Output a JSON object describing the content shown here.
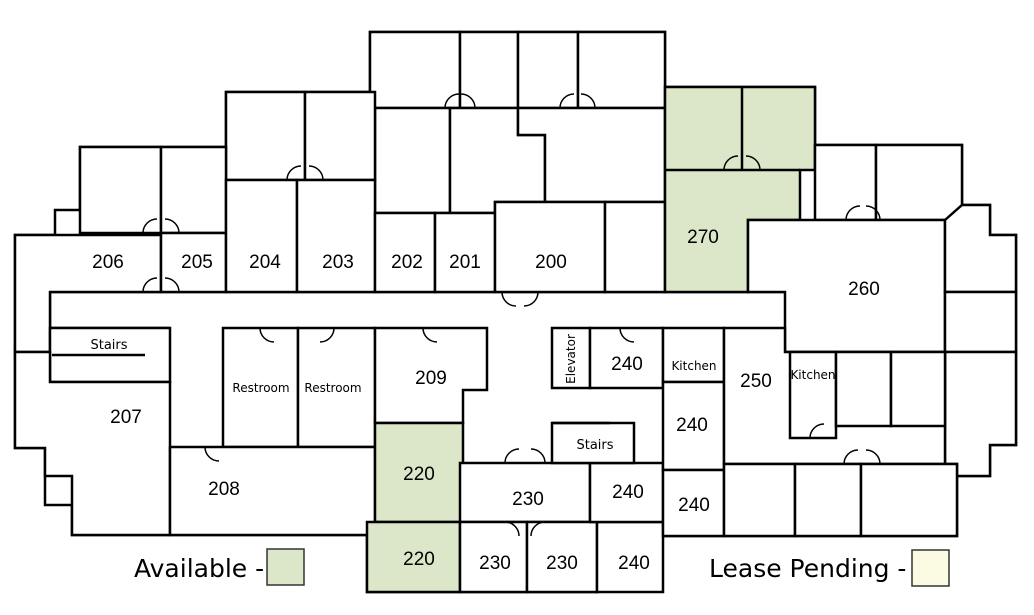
{
  "rooms": {
    "r206": "206",
    "r205": "205",
    "r204": "204",
    "r203": "203",
    "r202": "202",
    "r201": "201",
    "r200": "200",
    "r270": "270",
    "r260": "260",
    "stairs_west": "Stairs",
    "restroom_1": "Restroom",
    "restroom_2": "Restroom",
    "r209": "209",
    "r207": "207",
    "r208": "208",
    "r220_a": "220",
    "r220_b": "220",
    "r230_a": "230",
    "r230_b": "230",
    "r230_c": "230",
    "elevator": "Elevator",
    "r240_a": "240",
    "stairs_east": "Stairs",
    "r240_b": "240",
    "r240_c": "240",
    "r240_d": "240",
    "r240_e": "240",
    "kitchen_1": "Kitchen",
    "kitchen_2": "Kitchen",
    "r250": "250"
  },
  "legend": {
    "available_label": "Available -",
    "available_color": "#dce6c8",
    "pending_label": "Lease Pending -",
    "pending_color": "#fbfae3"
  }
}
